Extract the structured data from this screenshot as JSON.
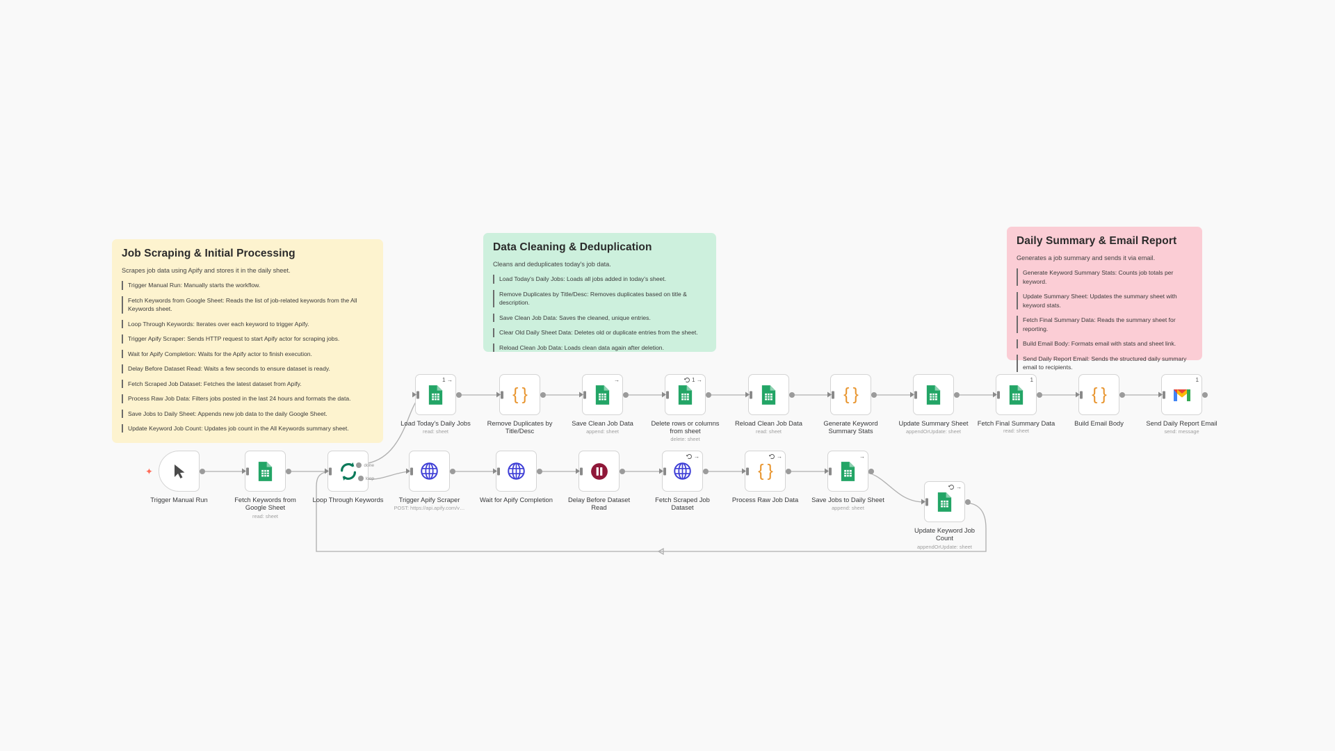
{
  "canvas": {
    "background": "#f9f9f9"
  },
  "notes": [
    {
      "id": "job-scraping",
      "title": "Job Scraping & Initial Processing",
      "subtitle": "Scrapes job data using Apify and stores it in the daily sheet.",
      "color": "#fdf3cf",
      "items": [
        "Trigger Manual Run: Manually starts the workflow.",
        "Fetch Keywords from Google Sheet: Reads the list of job-related keywords from the All Keywords sheet.",
        "Loop Through Keywords: Iterates over each keyword to trigger Apify.",
        "Trigger Apify Scraper: Sends HTTP request to start Apify actor for scraping jobs.",
        "Wait for Apify Completion: Waits for the Apify actor to finish execution.",
        "Delay Before Dataset Read: Waits a few seconds to ensure dataset is ready.",
        "Fetch Scraped Job Dataset: Fetches the latest dataset from Apify.",
        "Process Raw Job Data: Filters jobs posted in the last 24 hours and formats the data.",
        "Save Jobs to Daily Sheet: Appends new job data to the daily Google Sheet.",
        "Update Keyword Job Count: Updates job count in the All Keywords summary sheet."
      ]
    },
    {
      "id": "data-cleaning",
      "title": "Data Cleaning & Deduplication",
      "subtitle": "Cleans and deduplicates today's job data.",
      "color": "#cdf0dd",
      "items": [
        "Load Today's Daily Jobs: Loads all jobs added in today's sheet.",
        "Remove Duplicates by Title/Desc: Removes duplicates based on title & description.",
        "Save Clean Job Data: Saves the cleaned, unique entries.",
        "Clear Old Daily Sheet Data: Deletes old or duplicate entries from the sheet.",
        "Reload Clean Job Data: Loads clean data again after deletion."
      ]
    },
    {
      "id": "daily-summary",
      "title": "Daily Summary & Email Report",
      "subtitle": "Generates a job summary and sends it via email.",
      "color": "#fbcdd5",
      "items": [
        "Generate Keyword Summary Stats: Counts job totals per keyword.",
        "Update Summary Sheet: Updates the summary sheet with keyword stats.",
        "Fetch Final Summary Data: Reads the summary sheet for reporting.",
        "Build Email Body: Formats email with stats and sheet link.",
        "Send Daily Report Email: Sends the structured daily summary email to recipients."
      ]
    }
  ],
  "nodes": {
    "trigger_manual_run": {
      "label": "Trigger Manual Run",
      "subtitle": "",
      "icon": "cursor-icon",
      "badge": ""
    },
    "fetch_keywords": {
      "label": "Fetch Keywords from Google Sheet",
      "subtitle": "read: sheet",
      "icon": "google-sheets-icon",
      "badge": ""
    },
    "loop_through_keywords": {
      "label": "Loop Through Keywords",
      "subtitle": "",
      "icon": "loop-icon",
      "badge": "",
      "outputs": [
        "done",
        "loop"
      ]
    },
    "trigger_apify_scraper": {
      "label": "Trigger Apify Scraper",
      "subtitle": "POST: https://api.apify.com/v…",
      "icon": "globe-icon",
      "badge": ""
    },
    "wait_apify_completion": {
      "label": "Wait for Apify Completion",
      "subtitle": "",
      "icon": "globe-icon",
      "badge": ""
    },
    "delay_before_dataset_read": {
      "label": "Delay Before Dataset Read",
      "subtitle": "",
      "icon": "pause-icon",
      "badge": ""
    },
    "fetch_scraped_dataset": {
      "label": "Fetch Scraped Job Dataset",
      "subtitle": "",
      "icon": "globe-icon",
      "badge": "retry-arrow"
    },
    "process_raw_job_data": {
      "label": "Process Raw Job Data",
      "subtitle": "",
      "icon": "code-icon",
      "badge": "retry-arrow"
    },
    "save_jobs_daily_sheet": {
      "label": "Save Jobs to Daily Sheet",
      "subtitle": "append: sheet",
      "icon": "google-sheets-icon",
      "badge": "arrow"
    },
    "update_keyword_job_count": {
      "label": "Update Keyword Job Count",
      "subtitle": "appendOrUpdate: sheet",
      "icon": "google-sheets-icon",
      "badge": "retry-arrow"
    },
    "load_todays_daily_jobs": {
      "label": "Load Today's Daily Jobs",
      "subtitle": "read: sheet",
      "icon": "google-sheets-icon",
      "badge": "1-arrow"
    },
    "remove_duplicates": {
      "label": "Remove Duplicates by Title/Desc",
      "subtitle": "",
      "icon": "code-icon",
      "badge": ""
    },
    "save_clean_job_data": {
      "label": "Save Clean Job Data",
      "subtitle": "append: sheet",
      "icon": "google-sheets-icon",
      "badge": "arrow"
    },
    "delete_rows_or_columns": {
      "label": "Delete rows or columns from sheet",
      "subtitle": "delete: sheet",
      "icon": "google-sheets-icon",
      "badge": "retry-1-arrow"
    },
    "reload_clean_job_data": {
      "label": "Reload Clean Job Data",
      "subtitle": "read: sheet",
      "icon": "google-sheets-icon",
      "badge": ""
    },
    "generate_keyword_stats": {
      "label": "Generate Keyword Summary Stats",
      "subtitle": "",
      "icon": "code-icon",
      "badge": ""
    },
    "update_summary_sheet": {
      "label": "Update Summary Sheet",
      "subtitle": "appendOrUpdate: sheet",
      "icon": "google-sheets-icon",
      "badge": ""
    },
    "fetch_final_summary_data": {
      "label": "Fetch Final Summary Data",
      "subtitle": "read: sheet",
      "icon": "google-sheets-icon",
      "badge": "1"
    },
    "build_email_body": {
      "label": "Build Email Body",
      "subtitle": "",
      "icon": "code-icon",
      "badge": ""
    },
    "send_daily_report_email": {
      "label": "Send Daily Report Email",
      "subtitle": "send: message",
      "icon": "gmail-icon",
      "badge": "1"
    }
  }
}
